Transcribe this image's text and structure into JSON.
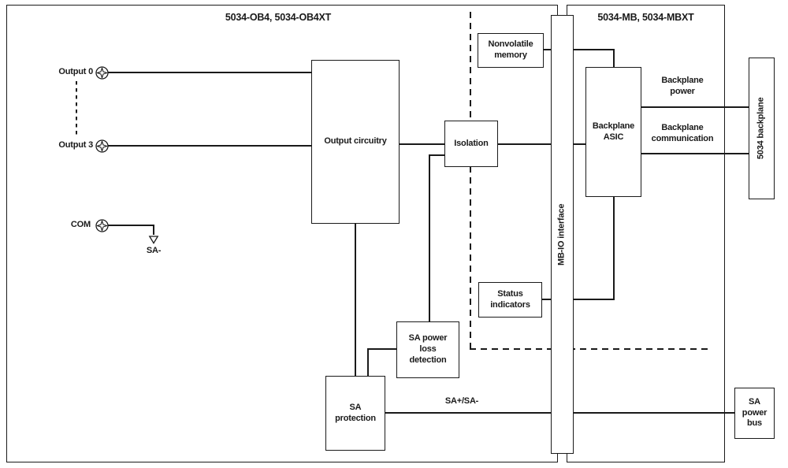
{
  "titles": {
    "left_module": "5034-OB4, 5034-OB4XT",
    "right_module": "5034-MB, 5034-MBXT"
  },
  "terminals": {
    "output0": "Output 0",
    "output3": "Output 3",
    "com": "COM",
    "sa_minus": "SA-"
  },
  "blocks": {
    "output_circuitry": "Output circuitry",
    "isolation": "Isolation",
    "nonvolatile_memory": "Nonvolatile memory",
    "mb_io_interface": "MB-IO interface",
    "backplane_asic": "Backplane ASIC",
    "status_indicators": "Status indicators",
    "sa_power_loss_detection": "SA power loss detection",
    "sa_protection": "SA protection",
    "backplane_5034": "5034 backplane",
    "sa_power_bus": "SA power bus"
  },
  "wire_labels": {
    "backplane_power": "Backplane power",
    "backplane_communication": "Backplane communication",
    "sa_bus": "SA+/SA-"
  },
  "icons": {
    "terminal": "screw-terminal-icon",
    "ground": "ground-arrow-icon"
  },
  "colors": {
    "line": "#1a1a1a",
    "background": "#ffffff"
  }
}
